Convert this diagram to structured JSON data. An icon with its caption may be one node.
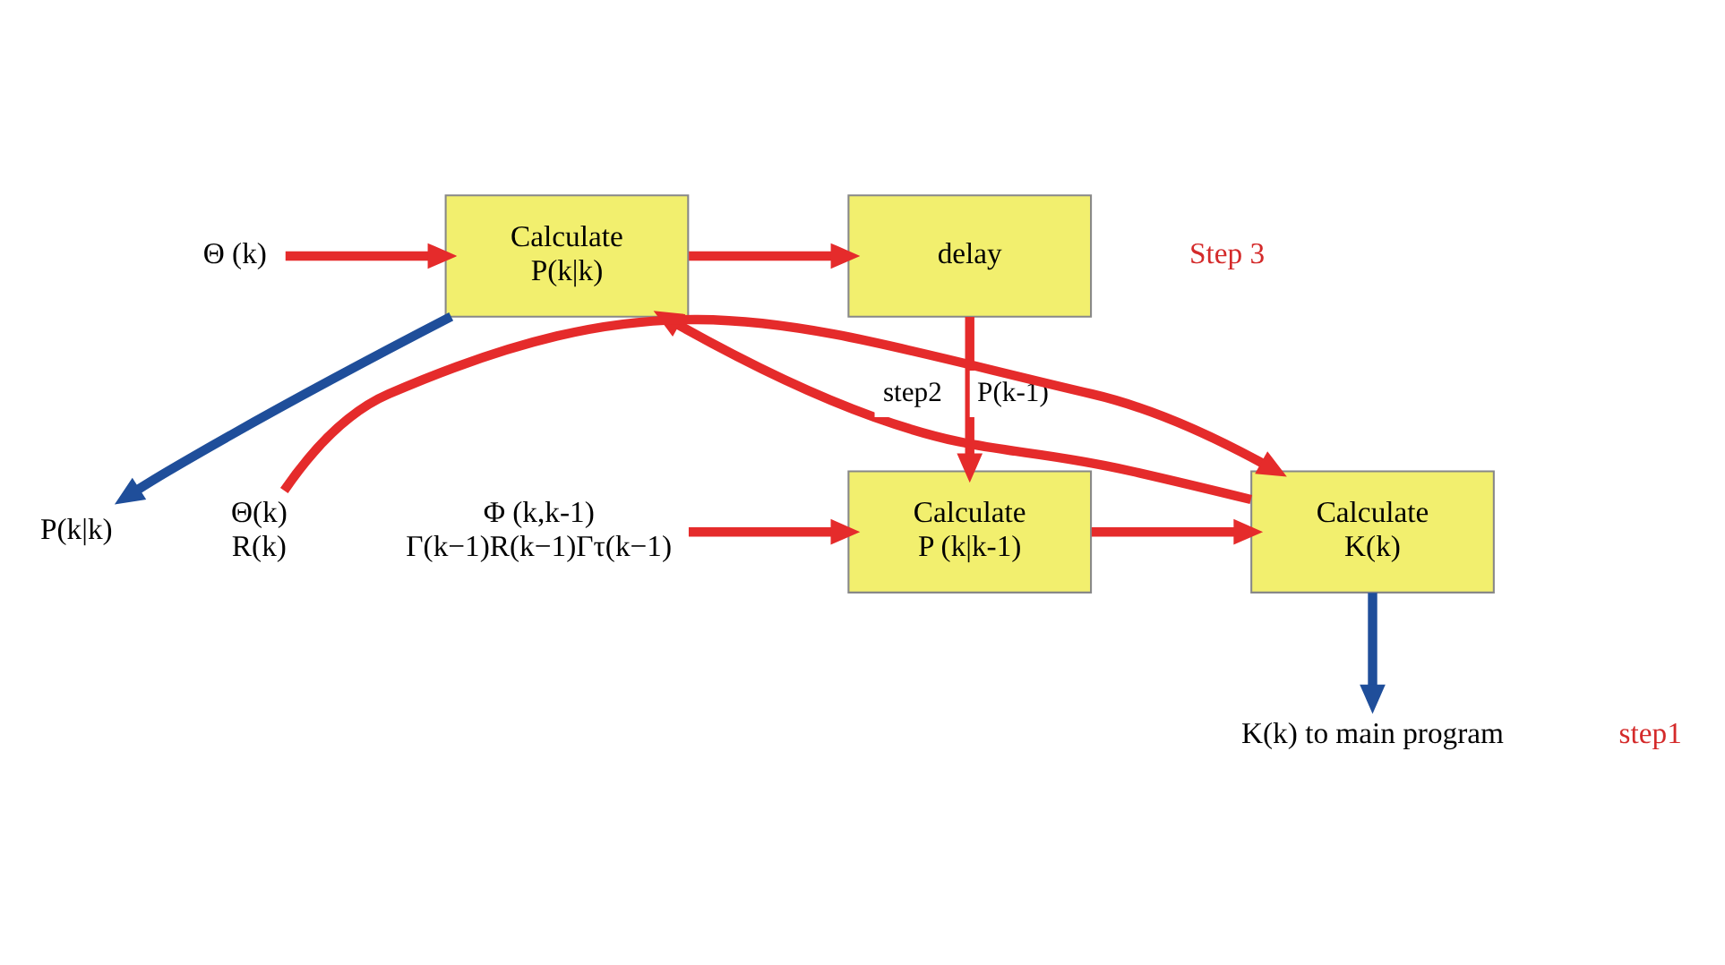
{
  "diagram": {
    "nodes": [
      {
        "text": [
          "Calculate",
          "P(k|k)"
        ]
      },
      {
        "text": [
          "delay"
        ]
      },
      {
        "text": [
          "Calculate",
          "K(k)"
        ]
      },
      {
        "text": [
          "Calculate",
          "P (k|k-1)"
        ]
      },
      {
        "text": [
          "Θ (k)"
        ]
      },
      {
        "text": [
          "P(k|k)"
        ]
      },
      {
        "text": [
          "Θ(k)",
          "R(k)"
        ]
      },
      {
        "text": [
          "K(k) to main program"
        ]
      },
      {
        "text": [
          "Φ (k,k-1)",
          "Γ(k−1)R(k−1)Γτ(k−1)"
        ]
      }
    ],
    "edges": [
      {
        "from": 4,
        "to": 0,
        "arrow": "to"
      },
      {
        "from": 0,
        "to": 5,
        "arrow": "to",
        "color": "#1f4e9a"
      },
      {
        "from": 0,
        "to": 1,
        "arrow": "to"
      },
      {
        "from": 1,
        "to": 3,
        "arrow": "to",
        "label": "P(k-1)"
      },
      {
        "from": 3,
        "to": 2,
        "arrow": "to"
      },
      {
        "from": 2,
        "to": 0,
        "arrow": "to",
        "label": "step2"
      },
      {
        "from": 6,
        "to": 2,
        "arrow": "to"
      },
      {
        "from": 2,
        "to": 7,
        "arrow": "to",
        "color": "#1f4e9a"
      },
      {
        "from": 8,
        "to": 3,
        "arrow": "to"
      }
    ],
    "labels": [
      "Step 3",
      "step1"
    ]
  }
}
